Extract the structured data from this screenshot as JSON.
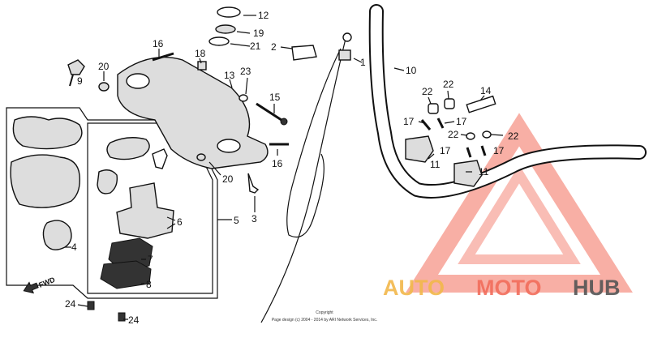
{
  "diagram": {
    "part_numbers": {
      "p1": "1",
      "p2": "2",
      "p3": "3",
      "p4": "4",
      "p5": "5",
      "p6": "6",
      "p7": "7",
      "p8": "8",
      "p9": "9",
      "p10": "10",
      "p11a": "11",
      "p11b": "11",
      "p12": "12",
      "p13": "13",
      "p14": "14",
      "p15": "15",
      "p16a": "16",
      "p16b": "16",
      "p17a": "17",
      "p17b": "17",
      "p17c": "17",
      "p17d": "17",
      "p18": "18",
      "p19": "19",
      "p20a": "20",
      "p20b": "20",
      "p21": "21",
      "p22a": "22",
      "p22b": "22",
      "p22c": "22",
      "p22d": "22",
      "p23": "23",
      "p24a": "24",
      "p24b": "24"
    },
    "fwd_label": "FWD",
    "copyright_line1": "Copyright",
    "copyright_line2": "Page design (c) 2004 - 2014 by ARI Network Services, Inc."
  },
  "watermark": {
    "brand_auto": "AUTO",
    "brand_moto": "MOTO",
    "brand_hub": "HUB",
    "colors": {
      "auto": "#f2b84b",
      "moto": "#f26d5b",
      "hub": "#555555",
      "triangle": "#f26d5b"
    }
  }
}
